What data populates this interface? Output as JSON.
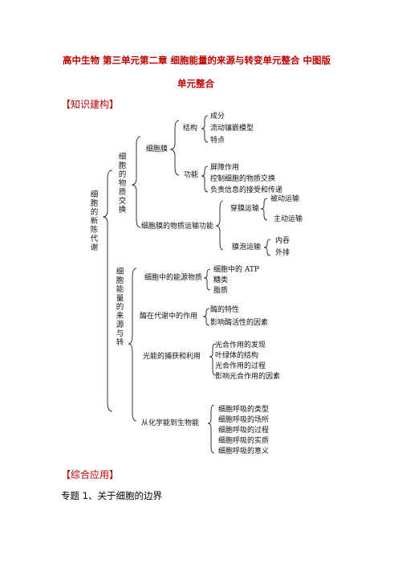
{
  "document": {
    "title_line1": "高中生物 第三单元第二章 细胞能量的来源与转变单元整合 中图版",
    "title_line2": "单元整合",
    "section_knowledge": "【知识建构】",
    "section_application": "【综合应用】",
    "topic1": "专题 1、关于细胞的边界"
  },
  "tree": {
    "root": "细胞的新陈代谢",
    "branch1": "细胞的物质交换",
    "branch2": "细胞能量的来源与转",
    "membrane": "细胞膜",
    "structure": "结构",
    "structure_items": [
      "成分",
      "流动镶嵌模型",
      "特点"
    ],
    "function": "功能",
    "function_items": [
      "屏障作用",
      "控制细胞的物质交换",
      "负责信息的接受和传递"
    ],
    "transport": "细胞膜的物质运输功能",
    "transmembrane": "穿膜运输",
    "transmembrane_items": [
      "被动运输",
      "主动运输"
    ],
    "vesicle": "膜泡运输",
    "vesicle_items": [
      "内吞",
      "外排"
    ],
    "energy_source": "细胞中的能源物质",
    "energy_items": [
      "细胞中的 ATP",
      "糖类",
      "脂质"
    ],
    "enzyme": "酶在代谢中的作用",
    "enzyme_items": [
      "酶的特性",
      "影响酶活性的因素"
    ],
    "light": "光能的捕获和利用",
    "light_items": [
      "光合作用的发现",
      "叶绿体的结构",
      "光合作用的过程",
      "影响光合作用的因素"
    ],
    "chem": "从化学能到生物能",
    "chem_items": [
      "细胞呼吸的类型",
      "细胞呼吸的场所",
      "细胞呼吸的过程",
      "细胞呼吸的实质",
      "细胞呼吸的意义"
    ]
  }
}
